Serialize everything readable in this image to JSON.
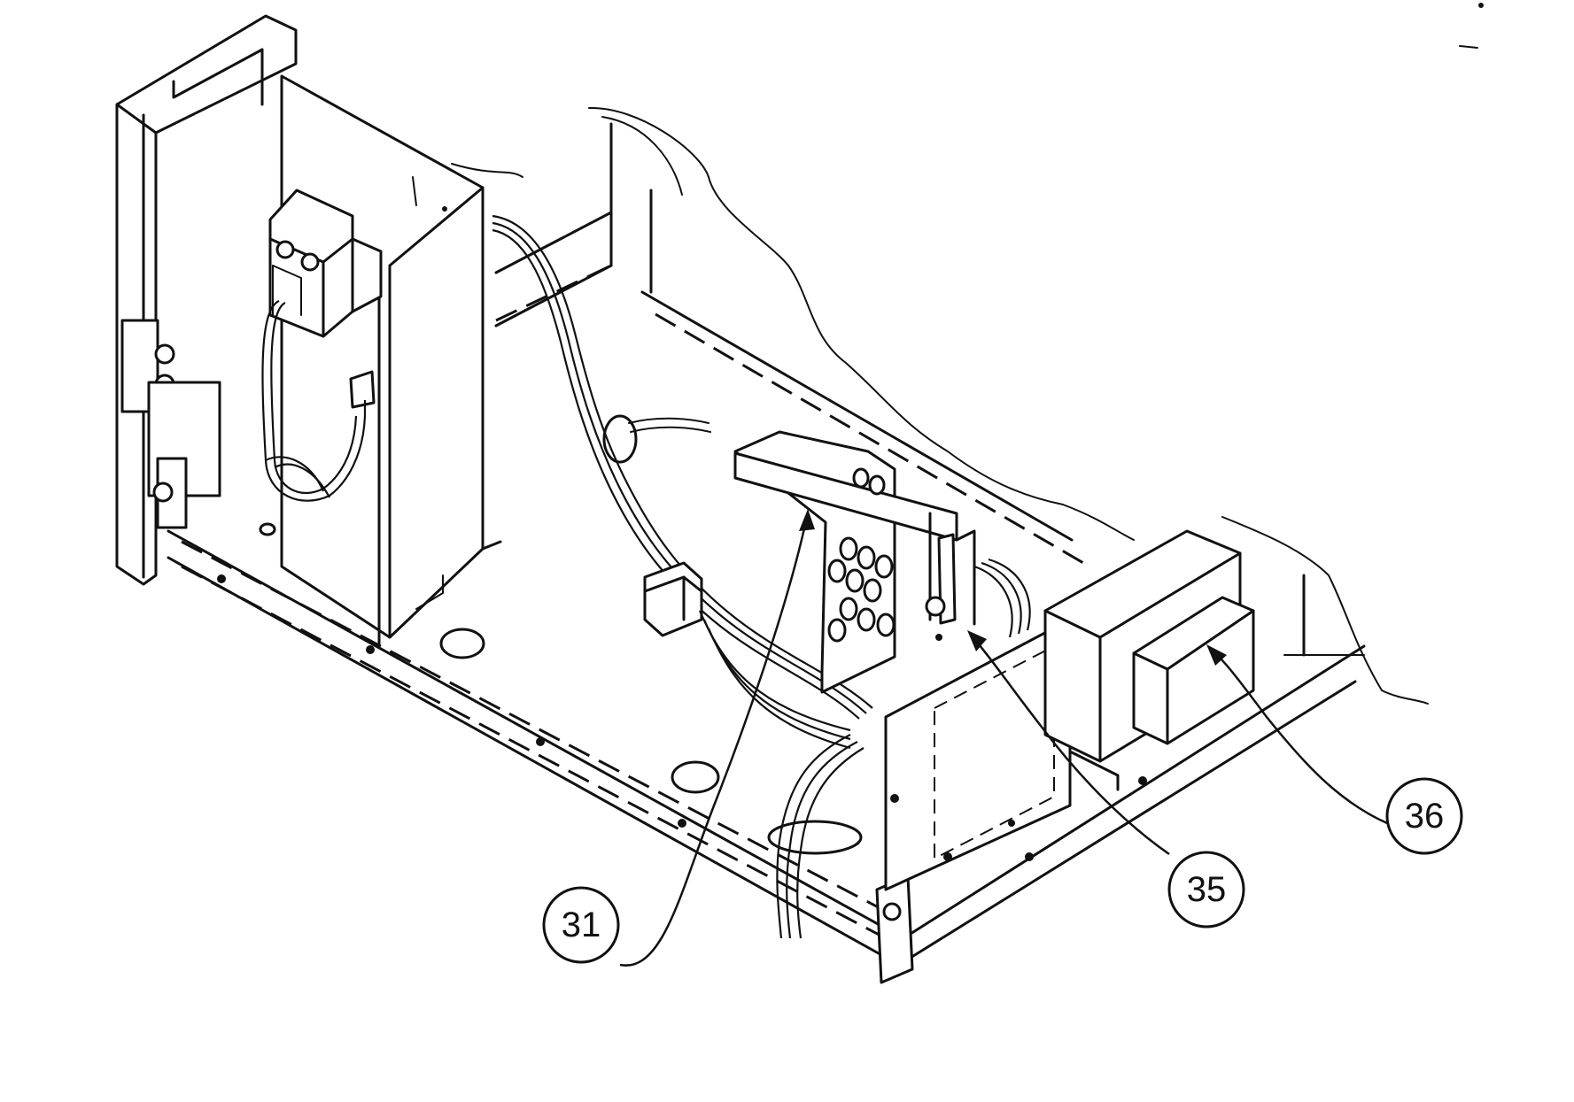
{
  "callouts": [
    {
      "id": "callout-31",
      "label": "31"
    },
    {
      "id": "callout-35",
      "label": "35"
    },
    {
      "id": "callout-36",
      "label": "36"
    }
  ],
  "colors": {
    "ink": "#111111",
    "paper": "#ffffff"
  }
}
